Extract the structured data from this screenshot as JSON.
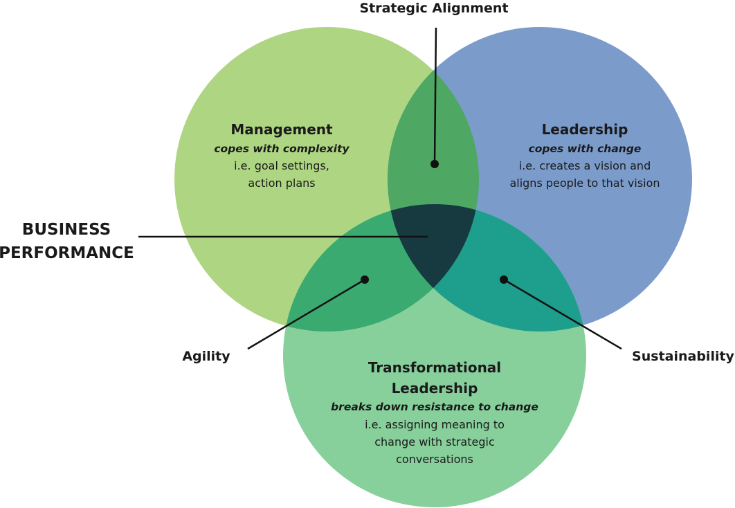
{
  "colors": {
    "management": "#aed582",
    "leadership": "#7b9ccb",
    "transformational": "#87cf9b",
    "strategic_alignment": "#4ea762",
    "agility": "#3aaa71",
    "sustainability": "#1e9f8d",
    "business_performance": "#163a3f",
    "text": "#1a1a1a"
  },
  "circles": {
    "management": {
      "title": "Management",
      "subtitle": "copes with complexity",
      "desc": [
        "i.e. goal settings,",
        "action plans"
      ]
    },
    "leadership": {
      "title": "Leadership",
      "subtitle": "copes with change",
      "desc": [
        "i.e. creates a vision and",
        "aligns people to that vision"
      ]
    },
    "transformational": {
      "title": [
        "Transformational",
        "Leadership"
      ],
      "subtitle": "breaks down resistance to change",
      "desc": [
        "i.e. assigning meaning to",
        "change with strategic",
        "conversations"
      ]
    }
  },
  "callouts": {
    "strategic_alignment": "Strategic Alignment",
    "business_performance": [
      "BUSINESS",
      "PERFORMANCE"
    ],
    "agility": "Agility",
    "sustainability": "Sustainability"
  }
}
